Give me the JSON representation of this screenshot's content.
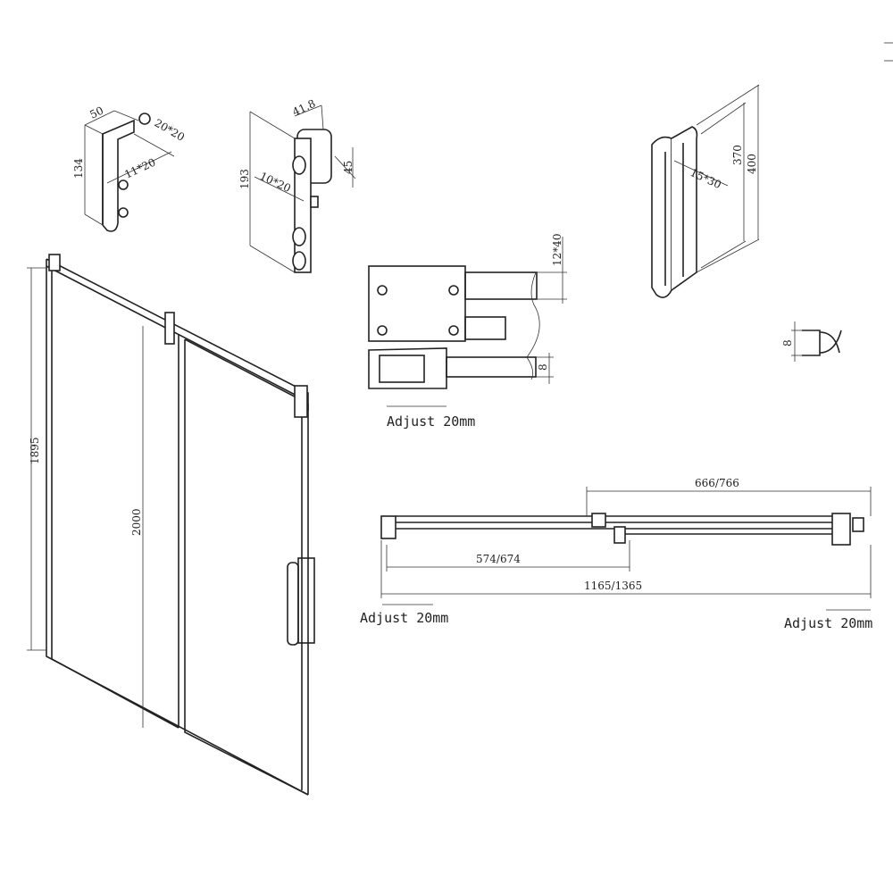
{
  "labels": {
    "top_guide_width": "50",
    "top_guide_height": "134",
    "top_guide_section1": "20*20",
    "top_guide_section2": "11*20",
    "roller_width": "41.8",
    "roller_height": "193",
    "roller_section": "10*20",
    "roller_wheel": "45",
    "bottom_guide_section": "12*40",
    "bottom_guide_gap": "8",
    "bottom_guide_adjust": "Adjust 20mm",
    "handle_section": "15*30",
    "handle_inner": "370",
    "handle_outer": "400",
    "seal_gap": "8",
    "door_height": "1895",
    "glass_height": "2000",
    "plan_opening": "666/766",
    "plan_door": "574/674",
    "plan_total": "1165/1365",
    "plan_adjust_left": "Adjust 20mm",
    "plan_adjust_right": "Adjust 20mm"
  }
}
